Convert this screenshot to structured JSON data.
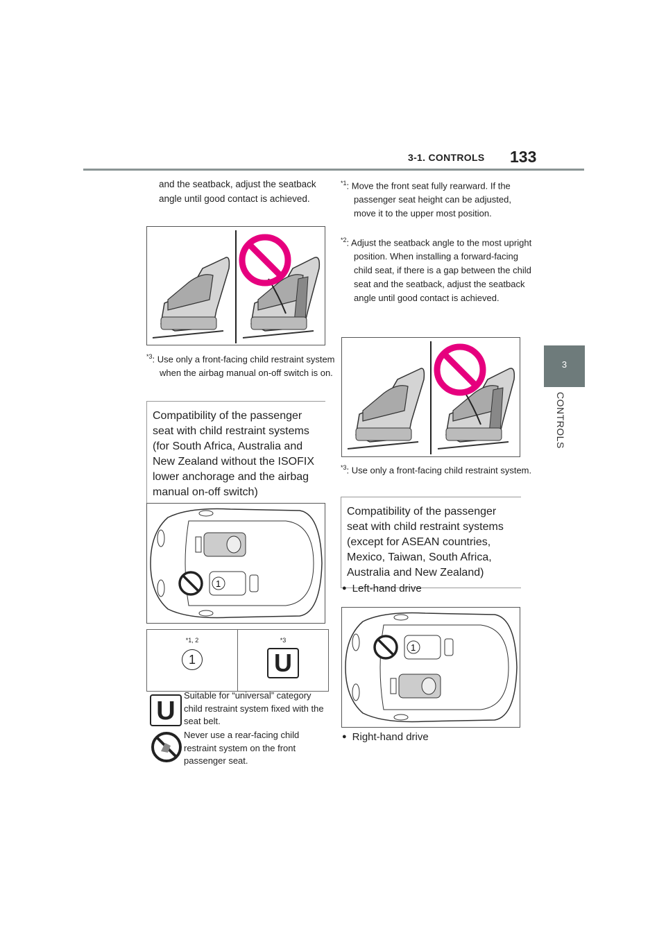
{
  "header": {
    "section": "3-1. CONTROLS",
    "page_number": "133"
  },
  "side_tab": {
    "number": "3",
    "label": "CONTROLS"
  },
  "left_column": {
    "intro_text": "and the seatback, adjust the seatback angle until good contact is achieved.",
    "note3": {
      "marker": "*3",
      "text": ": Use only a front-facing child restraint system when the airbag manual on-off switch is on."
    },
    "heading": "Compatibility of the passenger seat with child restraint systems (for South Africa, Australia and New Zealand without the ISOFIX lower anchorage and the airbag manual on-off switch)",
    "table": {
      "col1_header": "*1, 2",
      "col1_value": "1",
      "col2_header": "*3",
      "col2_value": "U"
    },
    "legend": {
      "universal_symbol": "U",
      "universal_text": "Suitable for “universal” category child restraint system fixed with the seat belt.",
      "prohibited_text": "Never use a rear-facing child restraint system on the front passenger seat."
    }
  },
  "right_column": {
    "note1": {
      "marker": "*1",
      "text": ": Move the front seat fully rearward. If the passenger seat height can be adjusted, move it to the upper most position."
    },
    "note2": {
      "marker": "*2",
      "text": ": Adjust the seatback angle to the most upright position. When installing a forward-facing child seat, if there is a gap between the child seat and the seatback, adjust the seatback angle until good contact is achieved."
    },
    "note3": {
      "marker": "*3",
      "text": ": Use only a front-facing child restraint system."
    },
    "heading": "Compatibility of the passenger seat with child restraint systems (except for ASEAN countries, Mexico, Taiwan, South Africa, Australia and New Zealand)",
    "bullet_left": "Left-hand drive",
    "bullet_right": "Right-hand drive",
    "car_seat_label": "1"
  },
  "colors": {
    "prohibit_magenta": "#e6007e",
    "tab_gray": "#6e7b7b",
    "rule_gray": "#8a9494"
  }
}
